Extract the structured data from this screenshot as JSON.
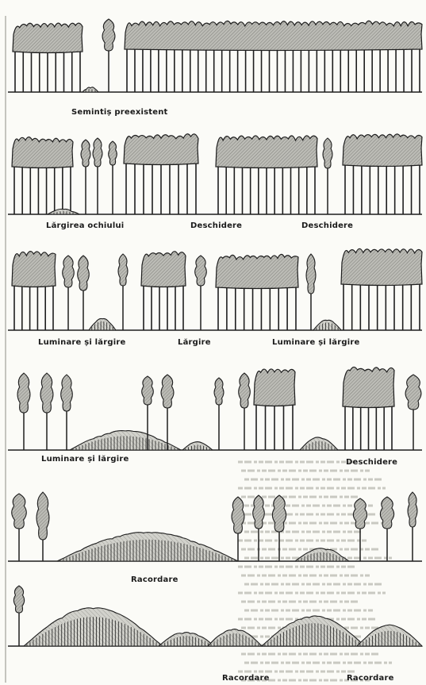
{
  "panels": [
    {
      "labels": [
        "Semintiș preexistent"
      ]
    },
    {
      "labels": [
        "Lărgirea ochiului",
        "Deschidere",
        "Deschidere"
      ]
    },
    {
      "labels": [
        "Luminare și lărgire",
        "Lărgire",
        "Luminare și lărgire"
      ]
    },
    {
      "labels": [
        "Luminare și lărgire",
        "Deschidere"
      ]
    },
    {
      "labels": [
        "Racordare"
      ]
    },
    {
      "labels": [
        "Racordare",
        "Racordare"
      ]
    }
  ],
  "colors": {
    "ink": "#1e1e1e",
    "paper": "#fbfbf7",
    "crown_fill": "#bcbcb6",
    "seedling_fill": "#d2d2cc"
  }
}
